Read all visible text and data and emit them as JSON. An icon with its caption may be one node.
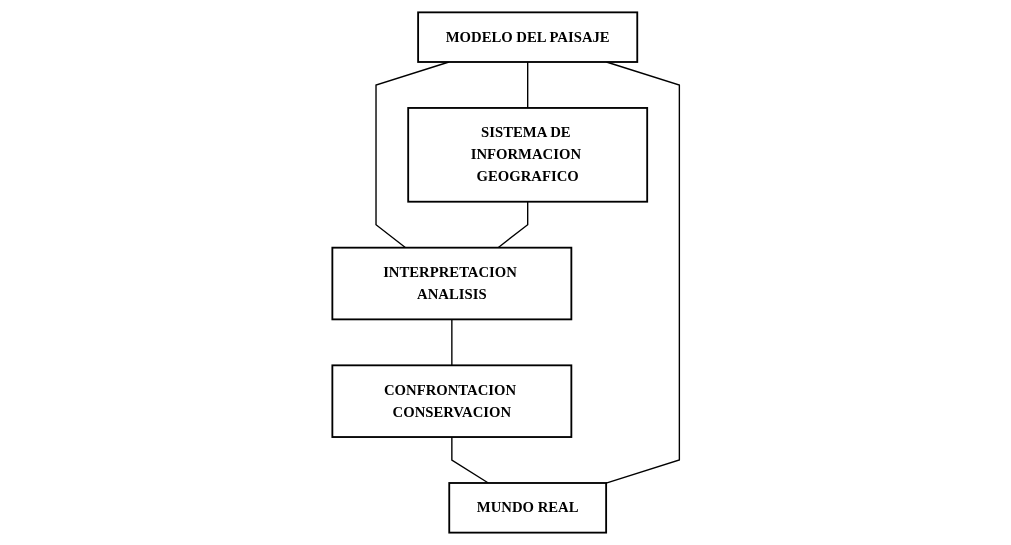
{
  "diagram": {
    "nodes": [
      {
        "text": [
          "MODELO DEL PAISAJE"
        ]
      },
      {
        "text": [
          "MUNDO REAL"
        ]
      },
      {
        "text": [
          "SISTEMA DE INFORMACION GEOGRAFICO"
        ]
      },
      {
        "text": [
          "INTERPRETACION ANALISIS"
        ]
      },
      {
        "text": [
          "CONFRONTACION CONSERVACION"
        ]
      }
    ],
    "edges": [
      {
        "from": 1,
        "to": 0,
        "arrow": "none"
      },
      {
        "from": 0,
        "to": 2,
        "arrow": "none"
      },
      {
        "from": 0,
        "to": 3,
        "arrow": "none"
      },
      {
        "from": 2,
        "to": 3,
        "arrow": "none"
      },
      {
        "from": 3,
        "to": 4,
        "arrow": "none"
      },
      {
        "from": 4,
        "to": 1,
        "arrow": "none"
      }
    ]
  }
}
